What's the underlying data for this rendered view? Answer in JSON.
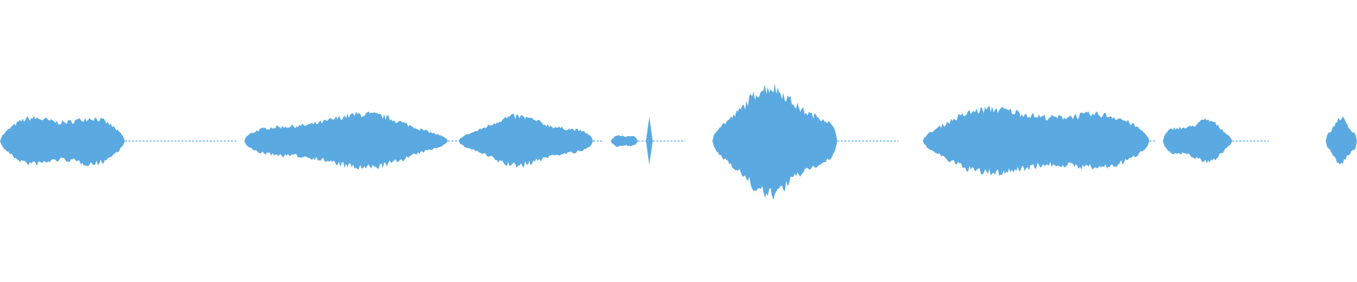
{
  "waveform": {
    "color": "#5aa9e1",
    "background": "#ffffff",
    "segments": [
      {
        "start": 0.0,
        "end": 0.092,
        "peak": 0.21,
        "kind": "voice"
      },
      {
        "start": 0.092,
        "end": 0.175,
        "peak": 0.006,
        "kind": "noise"
      },
      {
        "start": 0.18,
        "end": 0.33,
        "peak": 0.2,
        "kind": "voice"
      },
      {
        "start": 0.33,
        "end": 0.338,
        "peak": 0.01,
        "kind": "noise"
      },
      {
        "start": 0.338,
        "end": 0.437,
        "peak": 0.18,
        "kind": "voice"
      },
      {
        "start": 0.437,
        "end": 0.445,
        "peak": 0.006,
        "kind": "noise"
      },
      {
        "start": 0.45,
        "end": 0.47,
        "peak": 0.05,
        "kind": "blip"
      },
      {
        "start": 0.47,
        "end": 0.476,
        "peak": 0.006,
        "kind": "noise"
      },
      {
        "start": 0.476,
        "end": 0.481,
        "peak": 0.17,
        "kind": "spike"
      },
      {
        "start": 0.481,
        "end": 0.505,
        "peak": 0.006,
        "kind": "noise"
      },
      {
        "start": 0.525,
        "end": 0.617,
        "peak": 0.39,
        "kind": "voice"
      },
      {
        "start": 0.617,
        "end": 0.662,
        "peak": 0.006,
        "kind": "noise"
      },
      {
        "start": 0.68,
        "end": 0.847,
        "peak": 0.27,
        "kind": "voice"
      },
      {
        "start": 0.847,
        "end": 0.852,
        "peak": 0.006,
        "kind": "noise"
      },
      {
        "start": 0.857,
        "end": 0.908,
        "peak": 0.16,
        "kind": "voice"
      },
      {
        "start": 0.908,
        "end": 0.935,
        "peak": 0.006,
        "kind": "noise"
      },
      {
        "start": 0.977,
        "end": 1.0,
        "peak": 0.17,
        "kind": "voice"
      }
    ]
  }
}
